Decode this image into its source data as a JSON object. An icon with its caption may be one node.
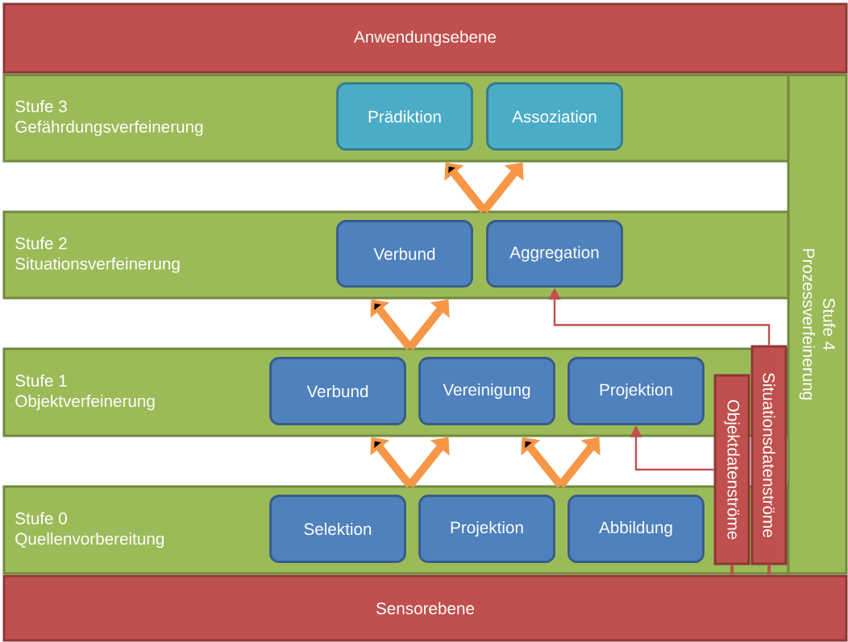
{
  "diagram": {
    "nodes": [
      {
        "text": [
          "Anwendungsebene"
        ]
      },
      {
        "text": [
          "Stufe 3",
          "Gefährdungsverfeinerung"
        ]
      },
      {
        "text": [
          "Prädiktion"
        ],
        "in": 1
      },
      {
        "text": [
          "Assoziation"
        ],
        "in": 1
      },
      {
        "text": [
          "Stufe 2",
          "Situationsverfeinerung"
        ]
      },
      {
        "text": [
          "Verbund"
        ],
        "in": 4
      },
      {
        "text": [
          "Aggregation"
        ],
        "in": 4
      },
      {
        "text": [
          "Stufe 1",
          "Objektverfeinerung"
        ]
      },
      {
        "text": [
          "Verbund"
        ],
        "in": 7
      },
      {
        "text": [
          "Vereinigung"
        ],
        "in": 7
      },
      {
        "text": [
          "Projektion"
        ],
        "in": 7
      },
      {
        "text": [
          "Stufe 0",
          "Quellenvorbereitung"
        ]
      },
      {
        "text": [
          "Selektion"
        ],
        "in": 11
      },
      {
        "text": [
          "Projektion"
        ],
        "in": 11
      },
      {
        "text": [
          "Abbildung"
        ],
        "in": 11
      },
      {
        "text": [
          "Stufe 4",
          "Prozessverfeinerung"
        ]
      },
      {
        "text": [
          "Situationsdatenströme"
        ]
      },
      {
        "text": [
          "Objektdatenströme"
        ]
      },
      {
        "text": [
          "Sensorebene"
        ]
      }
    ],
    "edges": [
      {
        "from": 4,
        "to": 1,
        "arrow": "to",
        "color": "#f79646",
        "style": "thick"
      },
      {
        "from": 7,
        "to": 4,
        "arrow": "to",
        "color": "#f79646",
        "style": "thick"
      },
      {
        "from": 11,
        "to": 7,
        "arrow": "to",
        "color": "#f79646",
        "style": "thick"
      },
      {
        "from": 11,
        "to": 7,
        "arrow": "to",
        "color": "#f79646",
        "style": "thick"
      },
      {
        "from": 16,
        "to": 6,
        "arrow": "to"
      },
      {
        "from": 17,
        "to": 10,
        "arrow": "to"
      },
      {
        "from": 18,
        "to": 17,
        "arrow": "none"
      },
      {
        "from": 18,
        "to": 16,
        "arrow": "none"
      }
    ]
  }
}
